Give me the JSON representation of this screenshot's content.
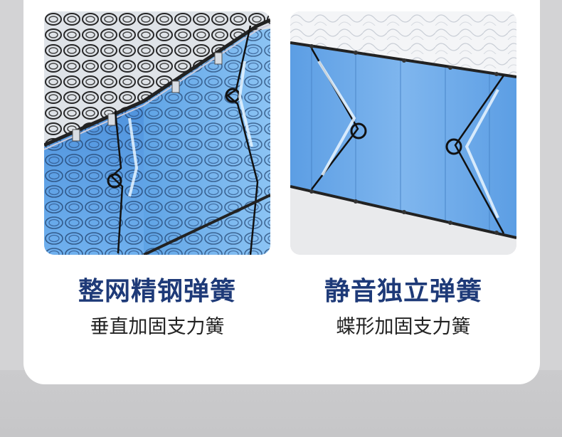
{
  "features": [
    {
      "title": "整网精钢弹簧",
      "subtitle": "垂直加固支力簧",
      "image_icon": "interlinked-spring-mesh-illustration"
    },
    {
      "title": "静音独立弹簧",
      "subtitle": "蝶形加固支力簧",
      "image_icon": "pocket-spring-illustration"
    }
  ],
  "colors": {
    "title": "#1e3a78",
    "subtitle": "#222222",
    "page_background": "#d3d3d5",
    "card_background": "#ffffff",
    "accent_blue": "#5b9be0"
  }
}
